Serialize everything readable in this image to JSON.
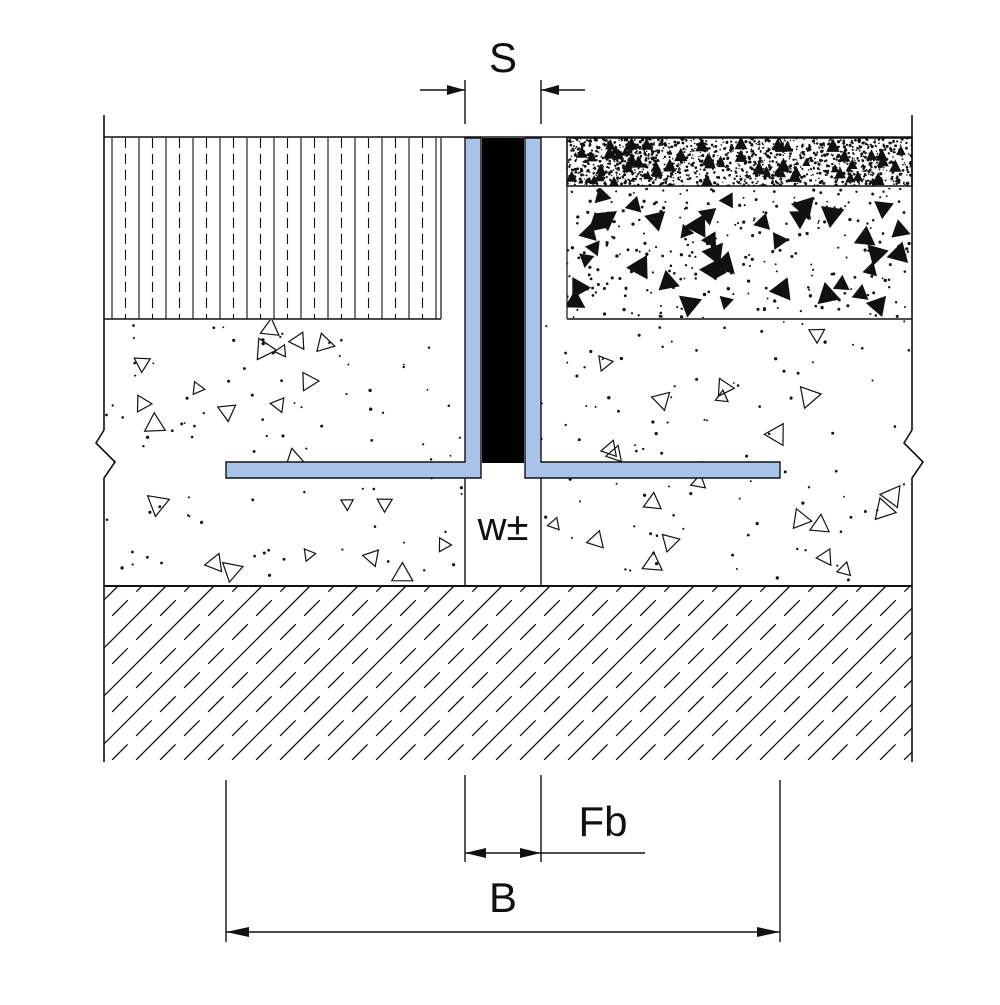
{
  "labels": {
    "s": "S",
    "w": "w±",
    "fb": "Fb",
    "b": "B"
  },
  "colors": {
    "profile": "#a9c4e8",
    "seal": "#000000",
    "line": "#111111",
    "background": "#ffffff"
  }
}
